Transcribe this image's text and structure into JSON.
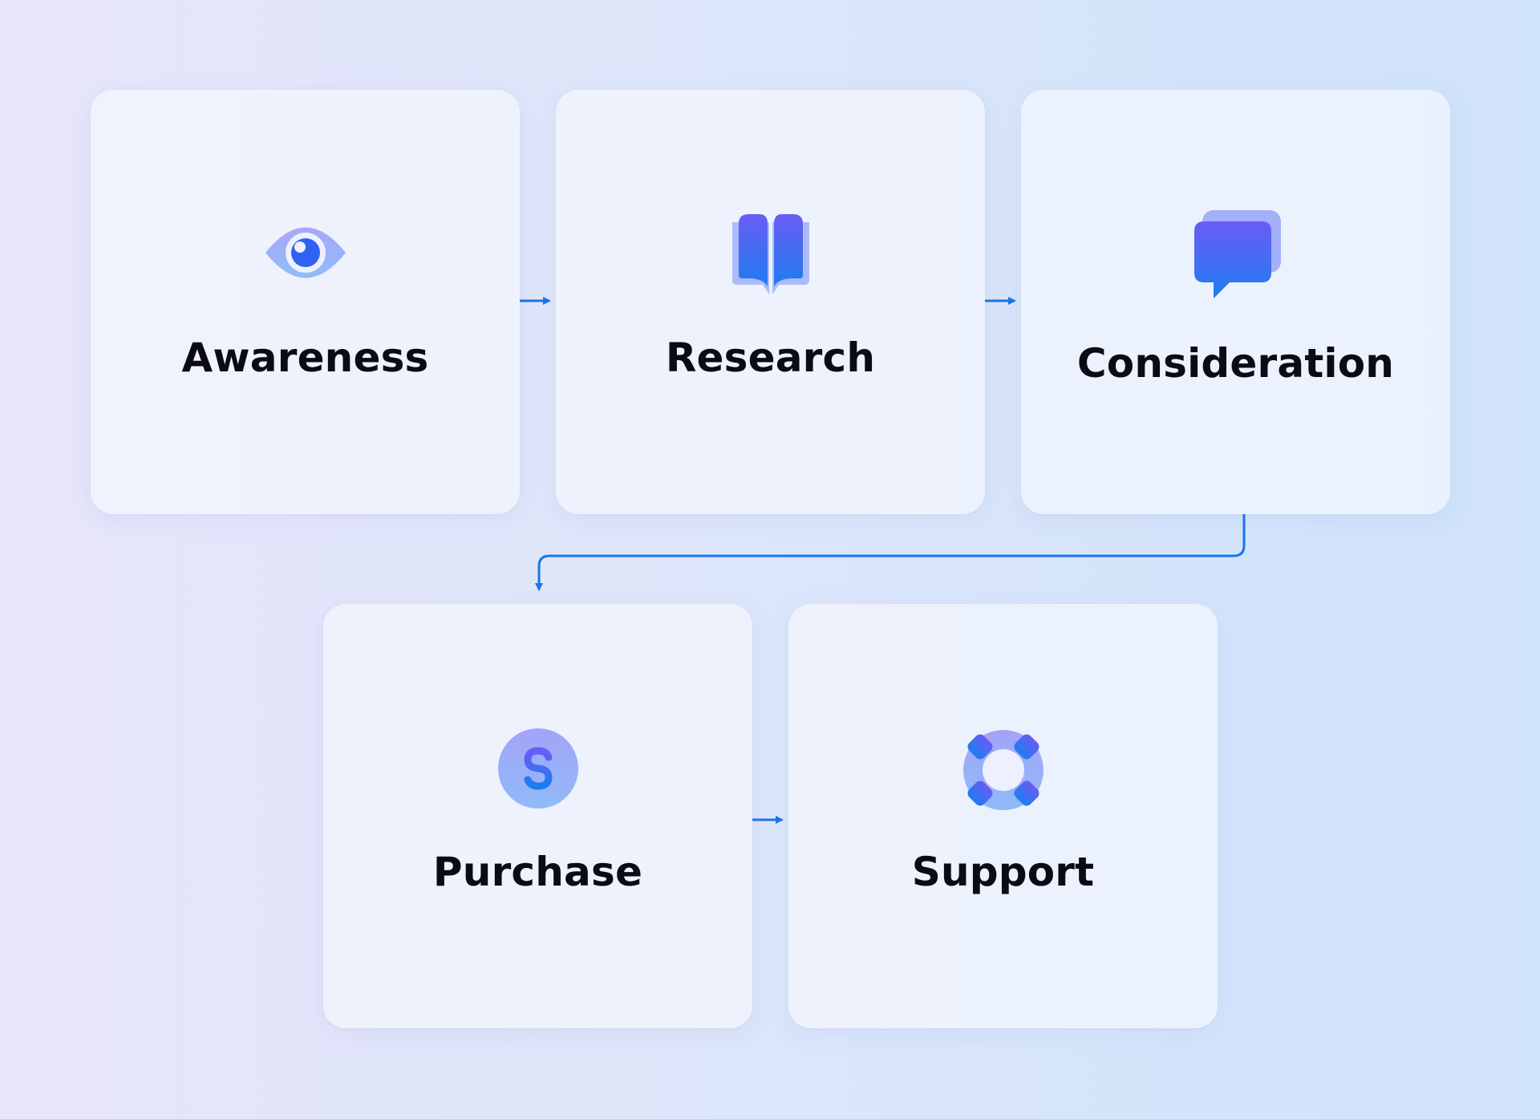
{
  "colors": {
    "arrow": "#1a74e8",
    "icon_light": "#9fb2fb",
    "icon_mid": "#6a6ef5",
    "icon_dark": "#2f62f0"
  },
  "stages": [
    {
      "label": "Awareness",
      "icon": "eye-icon"
    },
    {
      "label": "Research",
      "icon": "book-icon"
    },
    {
      "label": "Consideration",
      "icon": "chat-bubble-icon"
    },
    {
      "label": "Purchase",
      "icon": "dollar-coin-icon"
    },
    {
      "label": "Support",
      "icon": "support-ring-icon"
    }
  ],
  "flow": [
    "Awareness",
    "Research",
    "Consideration",
    "Purchase",
    "Support"
  ]
}
